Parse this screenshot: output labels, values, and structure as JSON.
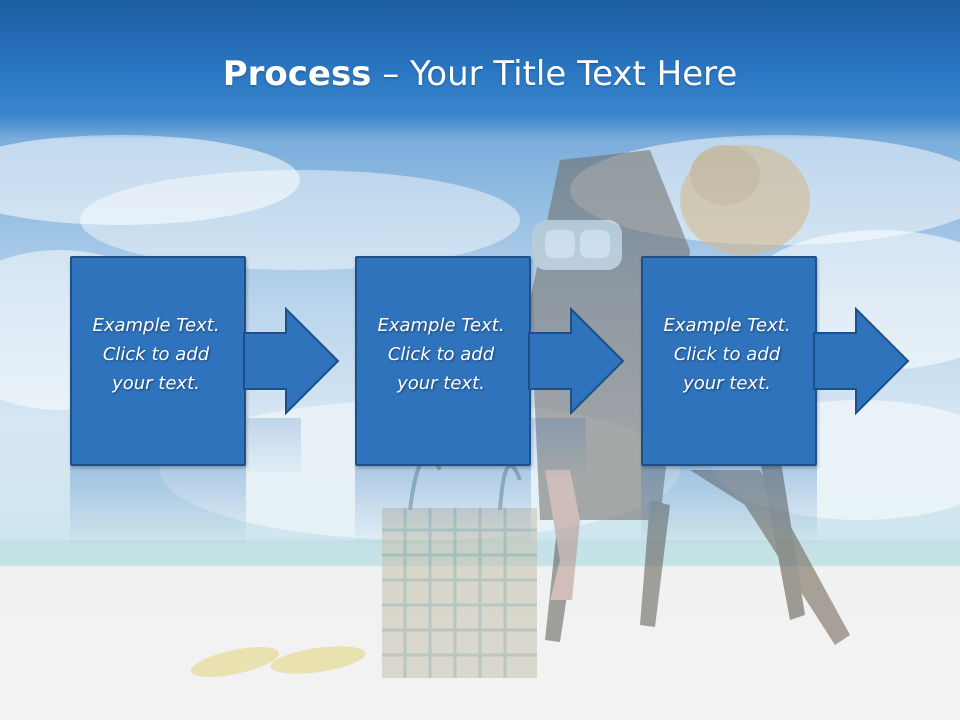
{
  "slide": {
    "title_strong": "Process",
    "title_rest": " – Your Title Text Here"
  },
  "steps": [
    {
      "line1": "Example Text.",
      "line2": "Click  to add",
      "line3": "your text."
    },
    {
      "line1": "Example Text.",
      "line2": "Click  to add",
      "line3": "your text."
    },
    {
      "line1": "Example Text.",
      "line2": "Click  to add",
      "line3": "your text."
    }
  ],
  "icons": {
    "arrow": "right-arrow-icon"
  },
  "colors": {
    "header": "#1c5ea3",
    "box_fill": "#2f73bd",
    "box_border": "#1e4f86",
    "text": "#ffffff"
  }
}
